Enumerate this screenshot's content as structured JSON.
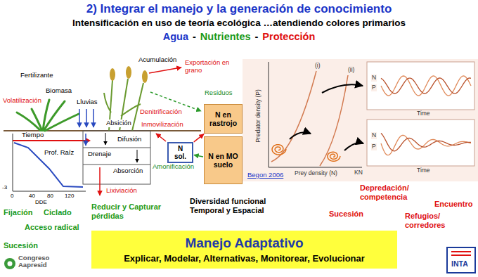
{
  "diagram": {
    "title": "2) Integrar el manejo y la generación de conocimiento",
    "nodes": [
      {
        "text": [
          "N en rastrojo"
        ]
      },
      {
        "text": [
          "N sol."
        ]
      },
      {
        "text": [
          "N en MO suelo"
        ]
      },
      {
        "text": [
          "Manejo Adaptativo",
          "Explicar, Modelar, Alternativas, Monitorear, Evolucionar"
        ]
      }
    ],
    "edges": [
      {
        "from": 1,
        "to": 0,
        "arrow": "to"
      },
      {
        "from": 2,
        "to": 1,
        "arrow": "to"
      }
    ],
    "labels": [
      "Intensificación en uso de teoría ecológica …atendiendo colores primarios",
      "Agua",
      "-",
      "Nutrientes",
      "-",
      "Protección",
      "Fertilizante",
      "Biomasa",
      "Volatilización",
      "Acumulación",
      "Exportación en grano",
      "Residuos",
      "Lluvias",
      "Absición",
      "Denitrificación",
      "Inmovilización",
      "Tiempo",
      "Prof. Raíz",
      "Difusión",
      "Drenaje",
      "Absorción",
      "Amonificación",
      "Lixiviación",
      "-3",
      "0",
      "40",
      "80",
      "120",
      "DDE",
      "Fijación",
      "Ciclado",
      "Acceso radical",
      "Sucesión",
      "Reducir y Capturar pérdidas",
      "Diversidad funcional Temporal y Espacial",
      "Predator density (P)",
      "Prey density (N)",
      "KN",
      "(i)",
      "(ii)",
      "N",
      "P",
      "Time",
      "N",
      "P",
      "Time",
      "Begon 2006",
      "Depredación/ competencia",
      "Encuentro",
      "Sucesión",
      "Refugios/ corredores",
      "Congreso Aapresid",
      "INTA"
    ]
  }
}
